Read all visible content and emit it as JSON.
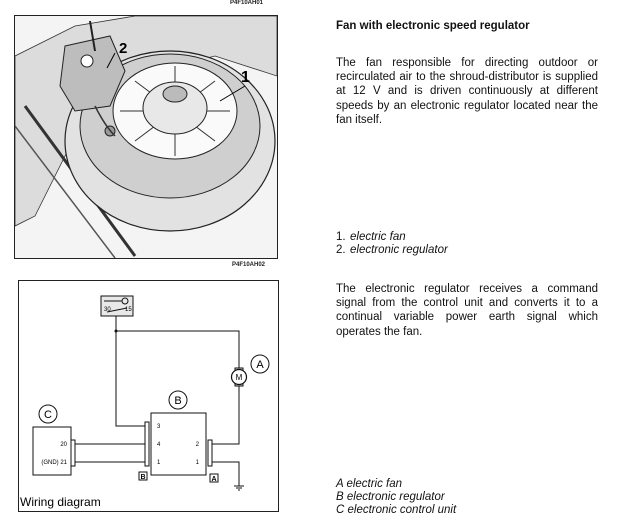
{
  "figure_codes": {
    "top_code": "P4F10AH01",
    "photo_code": "P4F10AH02"
  },
  "photo": {
    "callouts": [
      "1",
      "2"
    ]
  },
  "heading": "Fan with electronic speed regulator",
  "paragraph1": "The fan responsible for directing outdoor or recirculated air to the shroud-distributor is supplied at 12 V and is driven continuously at different speeds by an electronic regulator located near the fan itself.",
  "parts_list": [
    {
      "num": "1.",
      "label": "electric fan"
    },
    {
      "num": "2.",
      "label": "electronic regulator"
    }
  ],
  "paragraph2": "The electronic regulator receives a command signal from the control unit and converts it to a continual variable power earth signal which operates the fan.",
  "diagram": {
    "caption": "Wiring diagram",
    "switch_pins": [
      "30",
      "15"
    ],
    "labels": {
      "A": "A",
      "B": "B",
      "C": "C",
      "motor": "M"
    },
    "c_pins": [
      "20",
      "(GND) 21"
    ],
    "b_left_pins": [
      "3",
      "4",
      "1"
    ],
    "b_right_pins": [
      "2",
      "1"
    ],
    "connector_tags": [
      "B",
      "A"
    ]
  },
  "legend": [
    "A electric fan",
    "B electronic regulator",
    "C electronic control unit"
  ]
}
